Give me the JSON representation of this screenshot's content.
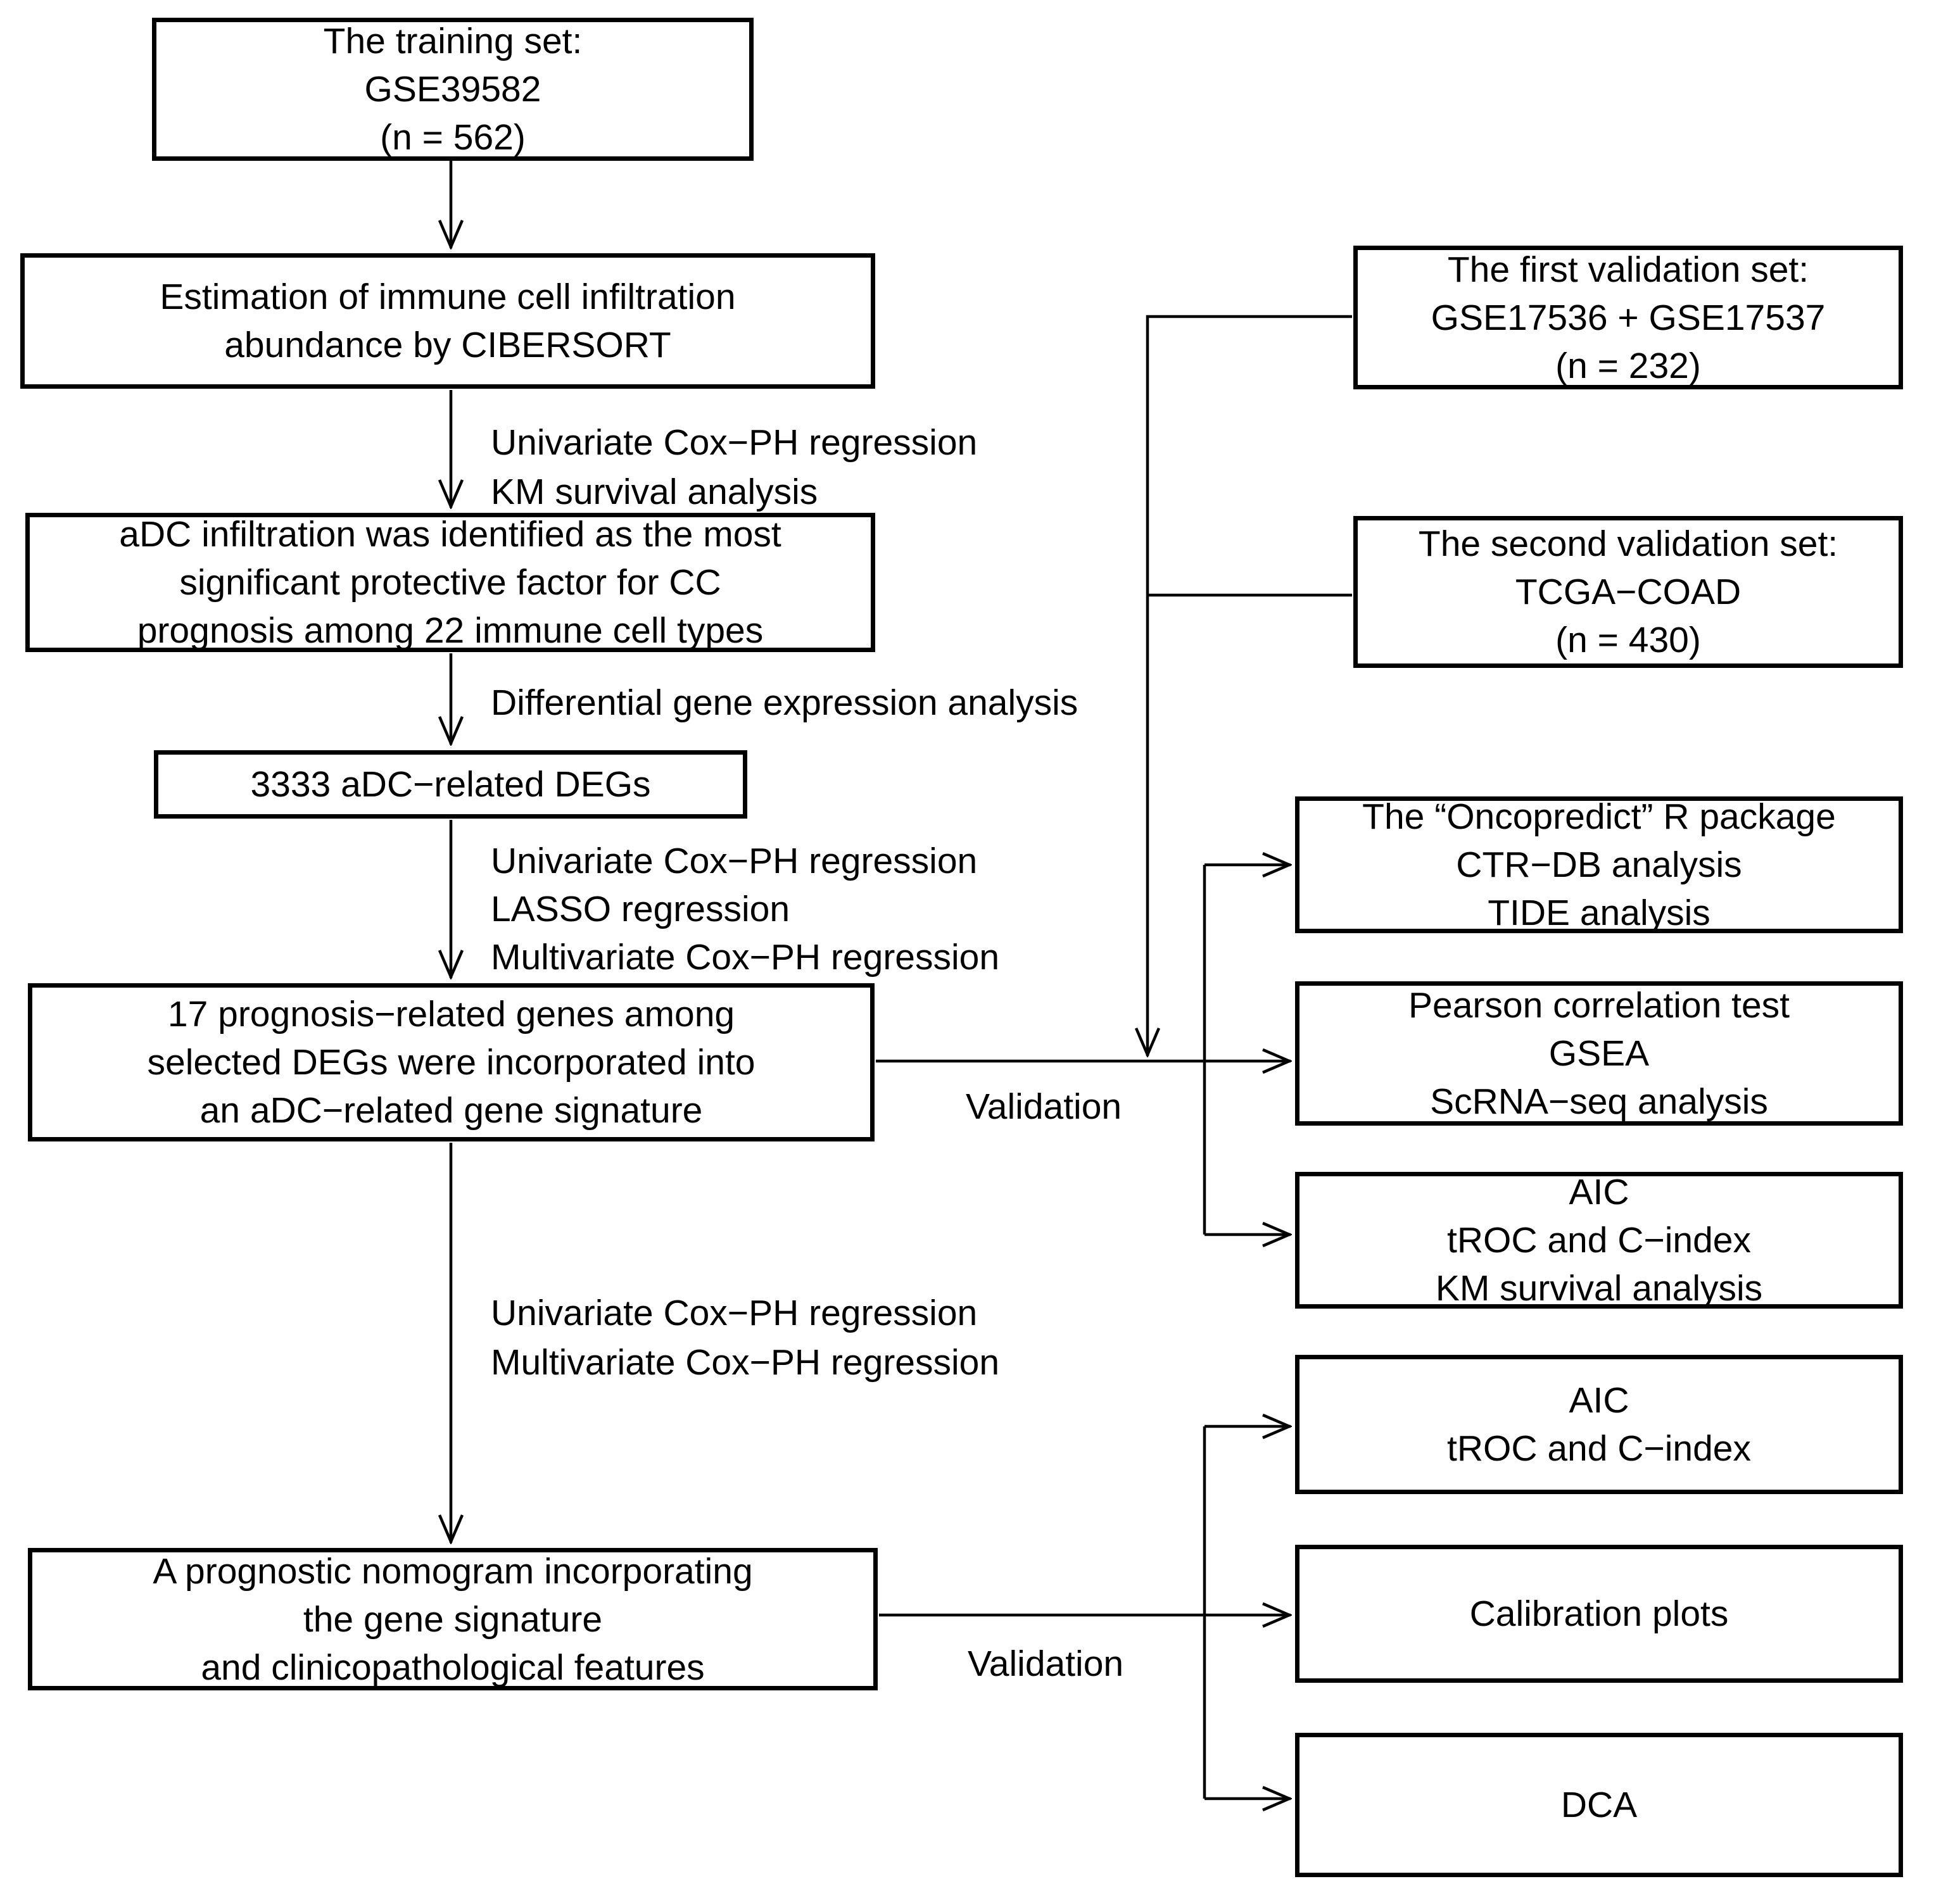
{
  "figure": {
    "type": "flowchart",
    "description": "Study workflow flowchart with training set, validation sets, analysis steps and validation outputs"
  },
  "colors": {
    "background": "#ffffff",
    "box_fill": "#ffffff",
    "box_border": "#000000",
    "line": "#000000",
    "text": "#000000"
  },
  "boxes": {
    "training": {
      "text": "The training set:\nGSE39582\n(n = 562)"
    },
    "cibersort": {
      "text": "Estimation of immune cell infiltration\nabundance by CIBERSORT"
    },
    "adc_finding": {
      "text": "aDC infiltration was identified as the most\nsignificant protective factor for CC\nprognosis among 22 immune cell types"
    },
    "degs": {
      "text": "3333 aDC−related DEGs"
    },
    "gene_signature": {
      "text": "17 prognosis−related genes among\nselected DEGs were incorporated into\nan aDC−related gene signature"
    },
    "nomogram": {
      "text": "A prognostic nomogram incorporating\nthe gene signature\nand clinicopathological features"
    },
    "first_validation": {
      "text": "The first validation set:\nGSE17536 + GSE17537\n(n = 232)"
    },
    "second_validation": {
      "text": "The second validation set:\nTCGA−COAD\n(n = 430)"
    },
    "oncopredict": {
      "text": "The “Oncopredict” R package\nCTR−DB analysis\nTIDE analysis"
    },
    "pearson": {
      "text": "Pearson correlation test\nGSEA\nScRNA−seq analysis"
    },
    "aic_troc_km": {
      "text": "AIC\ntROC and C−index\nKM survival analysis"
    },
    "aic_troc": {
      "text": "AIC\ntROC and C−index"
    },
    "calibration": {
      "text": "Calibration plots"
    },
    "dca": {
      "text": "DCA"
    }
  },
  "edge_labels": {
    "cox_km": {
      "text": "Univariate Cox−PH regression\nKM survival analysis"
    },
    "dge": {
      "text": "Differential gene expression analysis"
    },
    "cox_lasso_multi": {
      "text": "Univariate Cox−PH regression\nLASSO regression\nMultivariate Cox−PH regression"
    },
    "cox_uni_multi": {
      "text": "Univariate Cox−PH regression\nMultivariate Cox−PH regression"
    },
    "validation_signature": {
      "text": "Validation"
    },
    "validation_nomogram": {
      "text": "Validation"
    }
  }
}
